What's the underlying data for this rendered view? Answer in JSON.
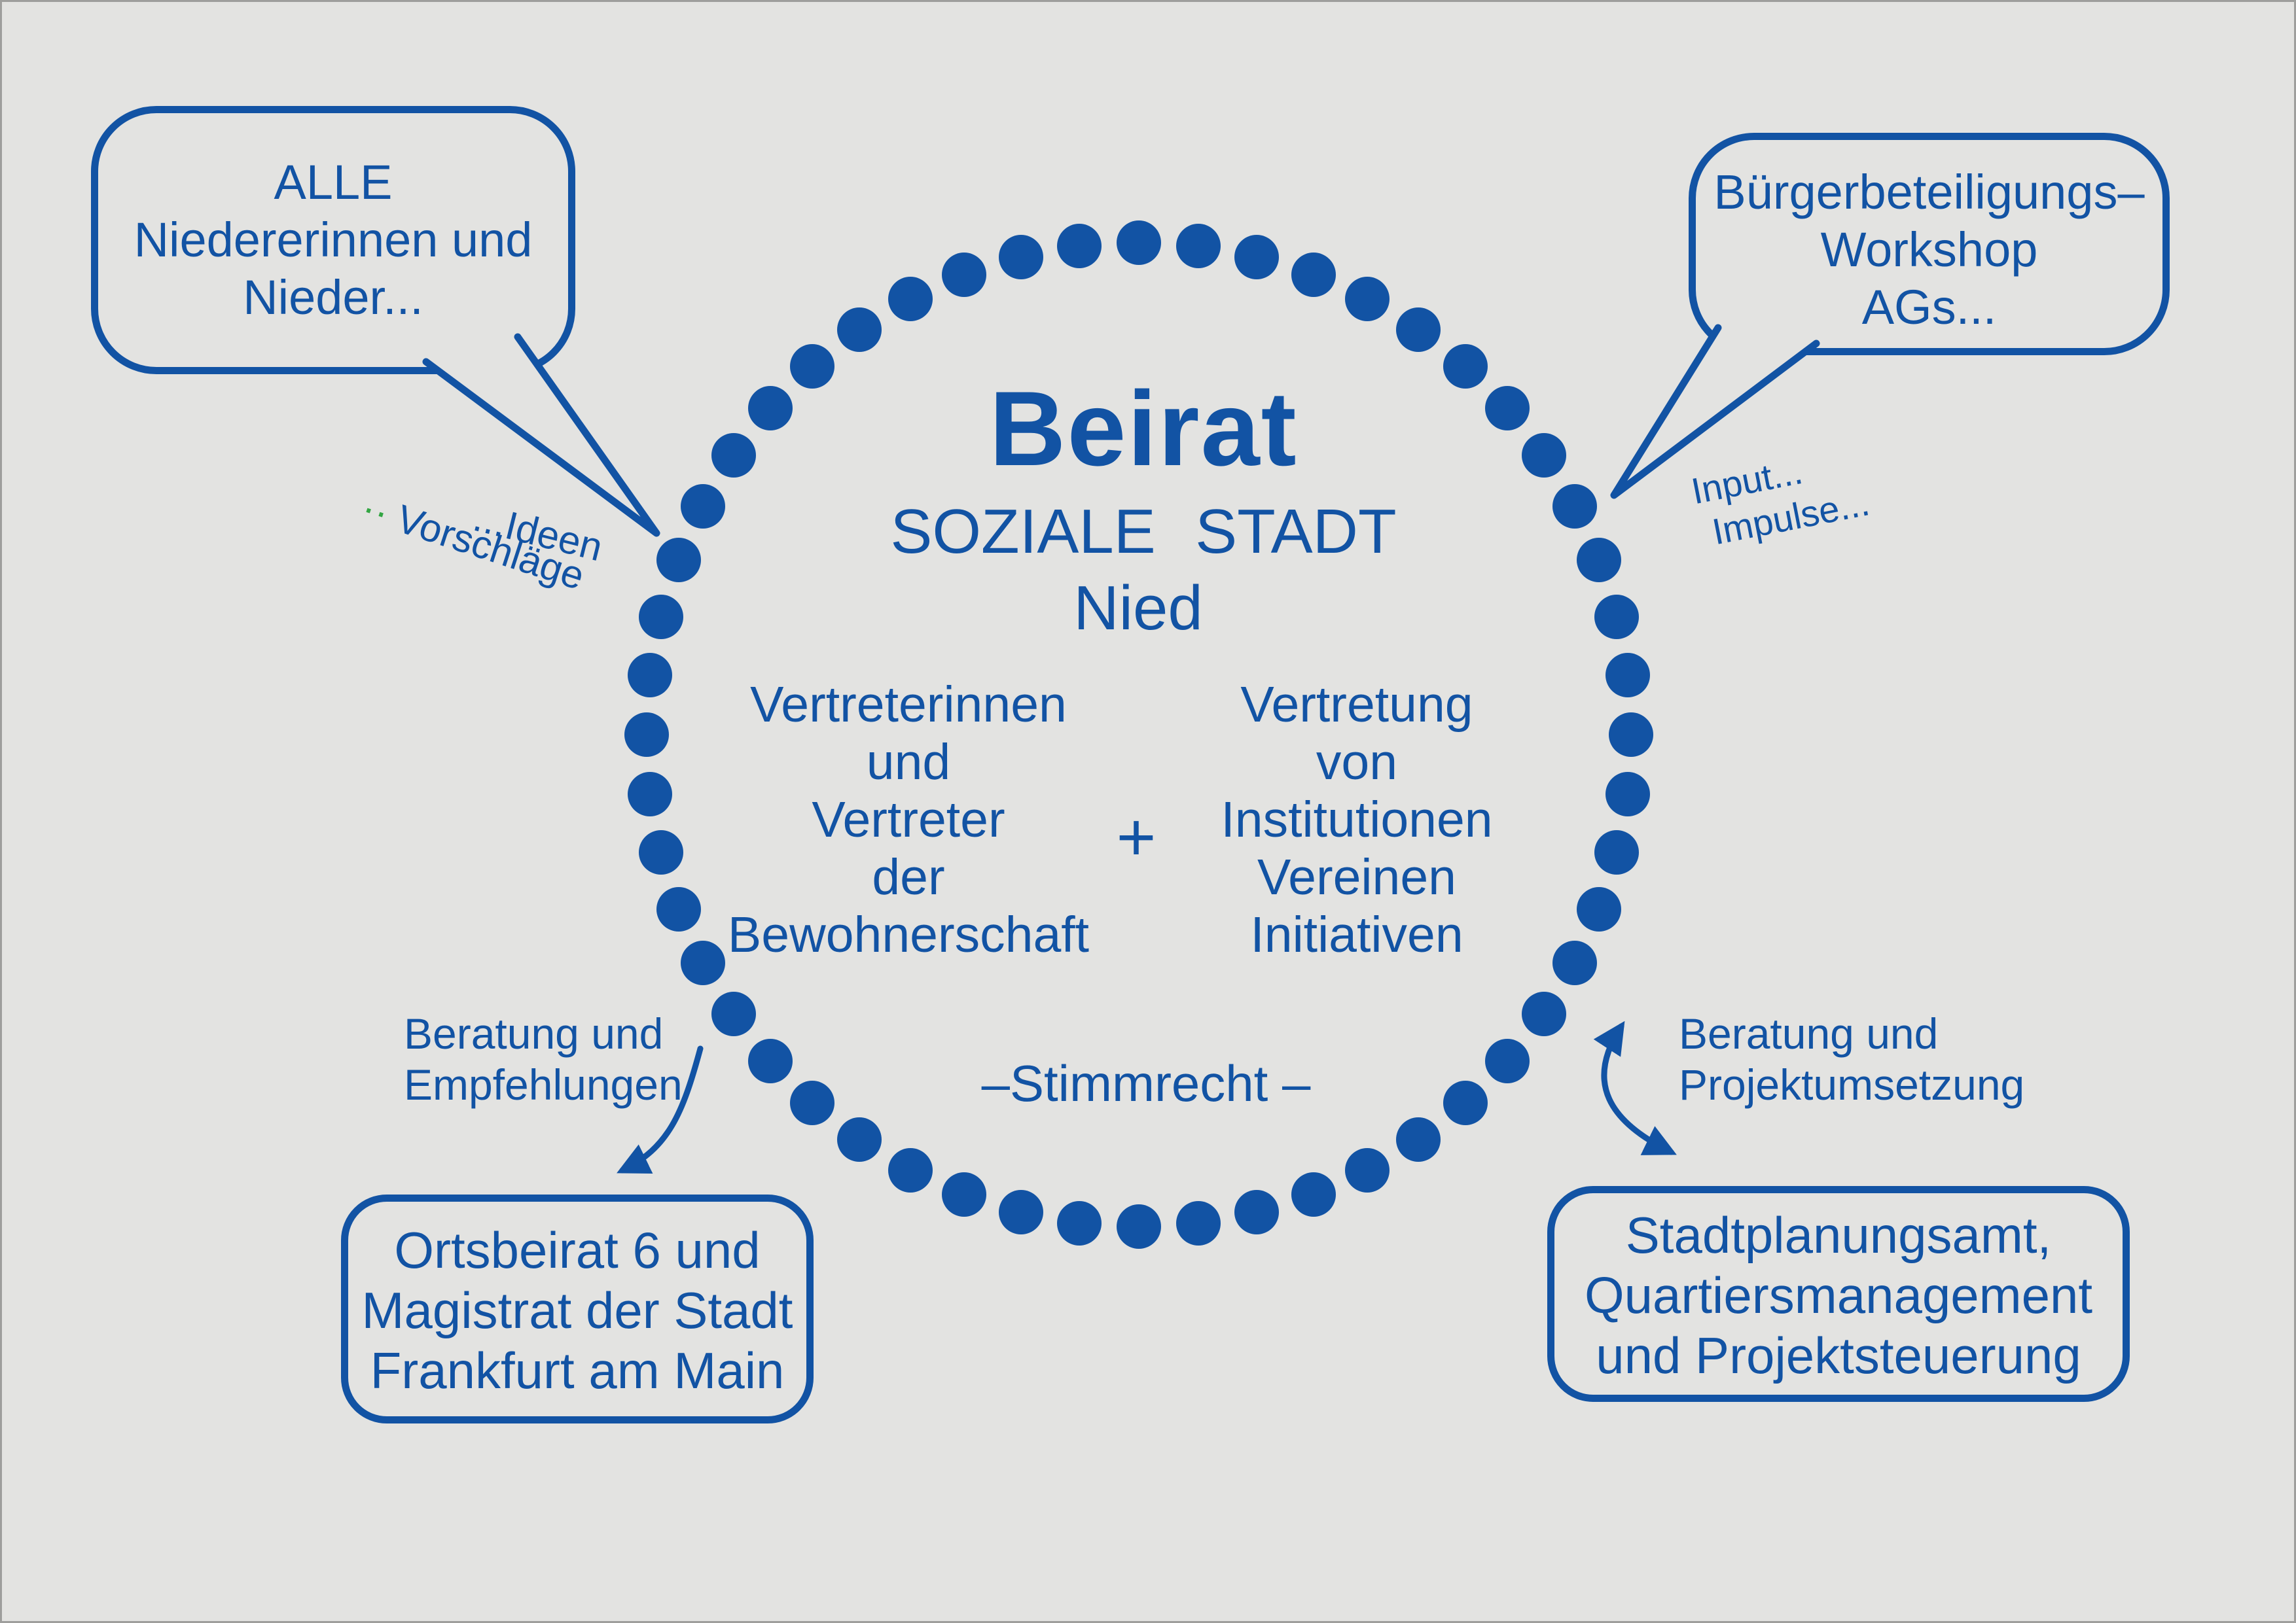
{
  "colors": {
    "background": "#e3e3e1",
    "blue": "#1253a4",
    "green": "#33a643"
  },
  "circle": {
    "dot_count": 52,
    "title": "Beirat",
    "subtitle": "SOZIALE STADT",
    "district": "Nied",
    "left_column": [
      "Vertreterinnen",
      "und",
      "Vertreter",
      "der",
      "Bewohnerschaft"
    ],
    "plus": "+",
    "right_column": [
      "Vertretung",
      "von",
      "Institutionen",
      "Vereinen",
      "Initiativen"
    ],
    "voting_label": "–Stimmrecht  –"
  },
  "speech_bubbles": {
    "top_left": {
      "lines": [
        "ALLE",
        "Niedererinnen und",
        "Nieder..."
      ]
    },
    "top_right": {
      "lines": [
        "Bürgerbeteiligungs–",
        "Workshop",
        "AGs..."
      ]
    }
  },
  "annotations": {
    "ideen": "...Ideen",
    "vorschlaege_dots": "··",
    "vorschlaege": "Vorschläge",
    "input": "Input...",
    "impulse": "Impulse...",
    "left_arrow_label": [
      "Beratung und",
      "Empfehlungen"
    ],
    "right_arrow_label": [
      "Beratung und",
      "Projektumsetzung"
    ]
  },
  "boxes": {
    "bottom_left": {
      "lines": [
        "Ortsbeirat 6 und",
        "Magistrat der Stadt",
        "Frankfurt am Main"
      ]
    },
    "bottom_right": {
      "lines": [
        "Stadtplanungsamt,",
        "Quartiersmanagement",
        "und Projektsteuerung"
      ]
    }
  }
}
